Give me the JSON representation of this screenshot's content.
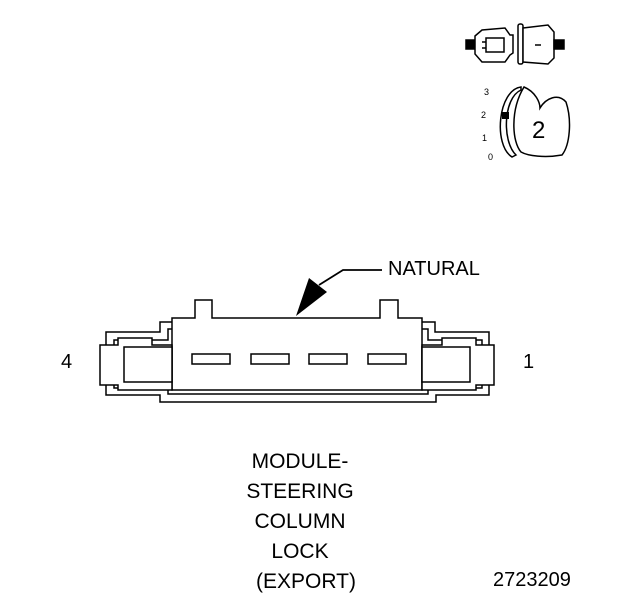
{
  "connector": {
    "color_label": "NATURAL",
    "pin_left": "4",
    "pin_right": "1"
  },
  "title_lines": [
    "MODULE-",
    "STEERING",
    "COLUMN",
    "LOCK",
    "(EXPORT)"
  ],
  "figure_number": "2723209",
  "key_icon": {
    "position_labels": [
      "3",
      "2",
      "1",
      "0"
    ],
    "selected_number": "2"
  }
}
